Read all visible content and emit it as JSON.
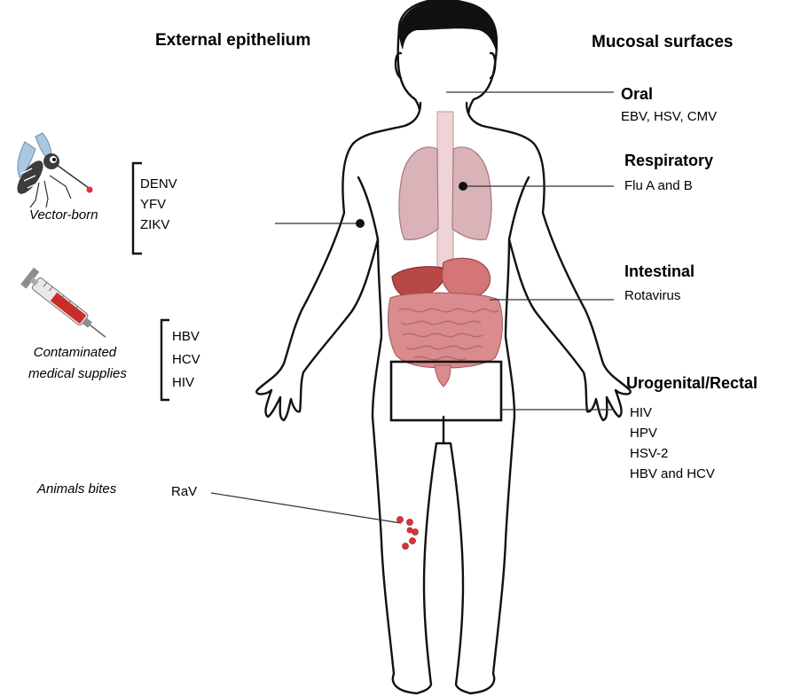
{
  "headings": {
    "external": "External epithelium",
    "mucosal": "Mucosal surfaces"
  },
  "mucosal_sites": [
    {
      "name": "Oral",
      "viruses": [
        "EBV, HSV, CMV"
      ]
    },
    {
      "name": "Respiratory",
      "viruses": [
        "Flu A and B"
      ]
    },
    {
      "name": "Intestinal",
      "viruses": [
        "Rotavirus"
      ]
    },
    {
      "name": "Urogenital/Rectal",
      "viruses": [
        "HIV",
        "HPV",
        "HSV-2",
        "HBV and HCV"
      ]
    }
  ],
  "external_routes": [
    {
      "label": "Vector-born",
      "icon": "mosquito-icon",
      "viruses": [
        "DENV",
        "YFV",
        "ZIKV"
      ]
    },
    {
      "label": "Contaminated medical supplies",
      "label_lines": [
        "Contaminated",
        "medical supplies"
      ],
      "icon": "syringe-icon",
      "viruses": [
        "HBV",
        "HCV",
        "HIV"
      ]
    },
    {
      "label": "Animals bites",
      "icon": "bite-marks-icon",
      "viruses": [
        "RaV"
      ]
    }
  ],
  "colors": {
    "outline": "#111111",
    "lung": "#d9b3b7",
    "trachea": "#efd3d6",
    "intestine": "#d98b8e",
    "liver": "#b84848",
    "stomach": "#d47676",
    "bite": "#d9353c",
    "line": "#333333"
  }
}
